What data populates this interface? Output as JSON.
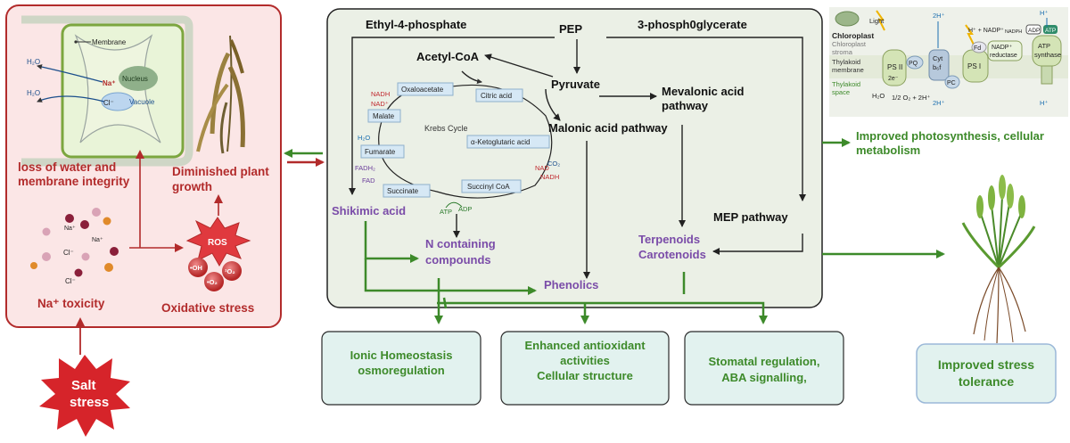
{
  "stress_panel": {
    "membrane": "Membrane",
    "nucleus": "Nucleus",
    "vacuole": "Vacuole",
    "na_plus": "Na⁺",
    "cl_minus": "Cl⁻",
    "h2o": "H₂O",
    "loss_water": "loss of water and",
    "membrane_integrity": "membrane integrity",
    "diminished_1": "Diminished plant",
    "diminished_2": "growth",
    "ros": "ROS",
    "oh": "•OH",
    "o2": "•O₂",
    "o2b": "¹O₂",
    "oxidative_stress": "Oxidative stress",
    "na_toxicity": "Na⁺ toxicity",
    "salt_1": "Salt",
    "salt_2": "stress"
  },
  "pathway": {
    "ethyl": "Ethyl-4-phosphate",
    "pep": "PEP",
    "pg3": "3-phosph0glycerate",
    "acetyl": "Acetyl-CoA",
    "pyruvate": "Pyruvate",
    "mevalonic_1": "Mevalonic acid",
    "mevalonic_2": "pathway",
    "malonic": "Malonic acid pathway",
    "mep": "MEP pathway",
    "terpenoids": "Terpenoids",
    "carotenoids": "Carotenoids",
    "shikimic": "Shikimic acid",
    "n_comp_1": "N containing",
    "n_comp_2": "compounds",
    "phenolics": "Phenolics"
  },
  "krebs": {
    "title": "Krebs Cycle",
    "oxaloacetate": "Oxaloacetate",
    "citric": "Citric acid",
    "aketo": "α-Ketoglutaric acid",
    "succinyl": "Succinyl CoA",
    "succinate": "Succinate",
    "fumarate": "Fumarate",
    "malate": "Malate",
    "nadh": "NADH",
    "nad": "NAD⁺",
    "h2o": "H₂O",
    "fadh2": "FADH₂",
    "fad": "FAD",
    "co2": "CO₂",
    "nad2": "NAD",
    "nadh2": "NADH",
    "atp": "ATP",
    "adp": "ADP"
  },
  "chloroplast": {
    "light": "Light",
    "chloroplast": "Chloroplast",
    "stroma_1": "Chloroplast",
    "stroma_2": "stroma",
    "thylakoid_m1": "Thylakoid",
    "thylakoid_m2": "membrane",
    "thylakoid_s1": "Thylakoid",
    "thylakoid_s2": "space",
    "ps2": "PS II",
    "pq": "PQ",
    "cyt_1": "Cyt",
    "cyt_2": "b₆f",
    "pc": "PC",
    "fd": "Fd",
    "ps1": "PS I",
    "nadp_red_1": "NADP⁺",
    "nadp_red_2": "reductase",
    "atp_syn_1": "ATP",
    "atp_syn_2": "synthase",
    "adp": "ADP",
    "atp": "ATP",
    "hplus_nadp": "H⁺ + NADP⁺",
    "nadph": "NADPH",
    "h2o": "H₂O",
    "half_o2": "1/2 O₂ + 2H⁺",
    "two_h_top": "2H⁺",
    "two_h_bot": "2H⁺",
    "h_top": "H⁺",
    "h_bot": "H⁺",
    "two_e": "2e⁻"
  },
  "outcomes": {
    "photosynthesis_1": "Improved photosynthesis, cellular",
    "photosynthesis_2": "metabolism",
    "ionic_1": "Ionic  Homeostasis",
    "ionic_2": "osmoregulation",
    "antiox_1": "Enhanced antioxidant",
    "antiox_2": "activities",
    "antiox_3": "Cellular structure",
    "stomatal_1": "Stomatal regulation,",
    "stomatal_2": "ABA signalling,",
    "tolerance_1": "Improved stress",
    "tolerance_2": "tolerance"
  },
  "colors": {
    "dark_red": "#b22b2b",
    "green": "#3d8a2a",
    "purple": "#7a4ca8",
    "panel_pink": "#fbe6e6",
    "panel_green": "#ebf0e6",
    "outcome_bg": "#e2f2ef"
  }
}
